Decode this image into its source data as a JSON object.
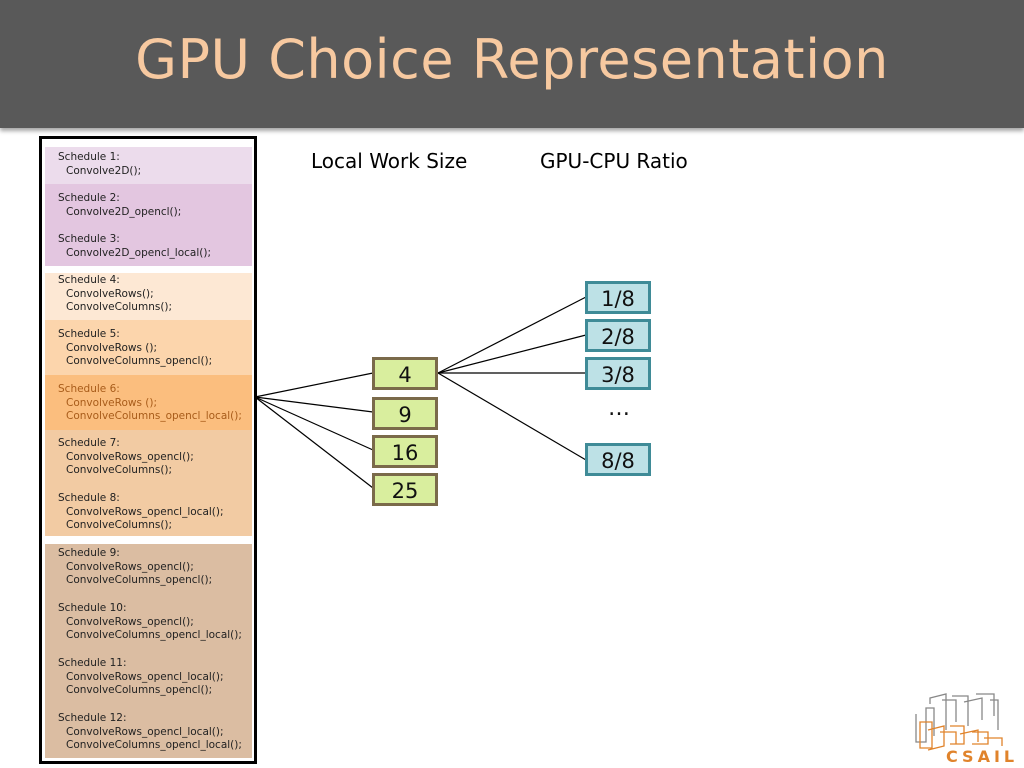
{
  "title": "GPU Choice Representation",
  "columns": {
    "local_work_size": "Local Work Size",
    "gpu_cpu_ratio": "GPU-CPU Ratio"
  },
  "schedules": [
    {
      "label": "Schedule 1:",
      "calls": [
        "Convolve2D();"
      ]
    },
    {
      "label": "Schedule 2:",
      "calls": [
        "Convolve2D_opencl();"
      ]
    },
    {
      "label": "Schedule 3:",
      "calls": [
        "Convolve2D_opencl_local();"
      ]
    },
    {
      "label": "Schedule 4:",
      "calls": [
        "ConvolveRows();",
        "ConvolveColumns();"
      ]
    },
    {
      "label": "Schedule 5:",
      "calls": [
        "ConvolveRows ();",
        "ConvolveColumns_opencl();"
      ]
    },
    {
      "label": "Schedule 6:",
      "calls": [
        "ConvolveRows ();",
        "ConvolveColumns_opencl_local();"
      ]
    },
    {
      "label": "Schedule 7:",
      "calls": [
        "ConvolveRows_opencl();",
        "ConvolveColumns();"
      ]
    },
    {
      "label": "Schedule 8:",
      "calls": [
        "ConvolveRows_opencl_local();",
        "ConvolveColumns();"
      ]
    },
    {
      "label": "Schedule 9:",
      "calls": [
        "ConvolveRows_opencl();",
        "ConvolveColumns_opencl();"
      ]
    },
    {
      "label": "Schedule 10:",
      "calls": [
        "ConvolveRows_opencl();",
        "ConvolveColumns_opencl_local();"
      ]
    },
    {
      "label": "Schedule 11:",
      "calls": [
        "ConvolveRows_opencl_local();",
        "ConvolveColumns_opencl();"
      ]
    },
    {
      "label": "Schedule 12:",
      "calls": [
        "ConvolveRows_opencl_local();",
        "ConvolveColumns_opencl_local();"
      ]
    }
  ],
  "highlighted_schedule": "Schedule 6:",
  "local_work_sizes": [
    "4",
    "9",
    "16",
    "25"
  ],
  "gpu_cpu_ratios": [
    "1/8",
    "2/8",
    "3/8",
    "8/8"
  ],
  "ellipsis": "…",
  "logo_text": "CSAIL",
  "colors": {
    "header_bg": "#595959",
    "title": "#f7c9a0",
    "group_1": "#ecdcec",
    "group_2_3": "#e3c6e0",
    "group_4": "#fde8d4",
    "group_5": "#fcd5ac",
    "group_6": "#fbbe7e",
    "group_7_8": "#f2cba3",
    "group_9_12": "#dbbda2",
    "lws_fill": "#d9ee9e",
    "ratio_fill": "#bde1e6",
    "logo": "#e0832b"
  }
}
